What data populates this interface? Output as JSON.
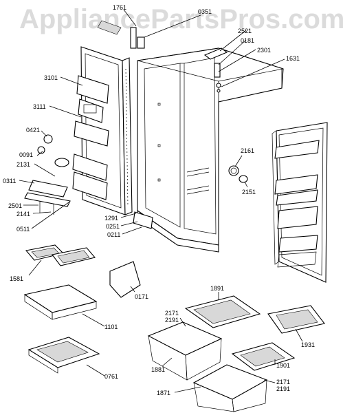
{
  "watermark": "AppliancePartsPros.com",
  "labels": [
    "1761",
    "0351",
    "2521",
    "0181",
    "2301",
    "1631",
    "3101",
    "3111",
    "0421",
    "0091",
    "2131",
    "0311",
    "2501",
    "2141",
    "0511",
    "1291",
    "0251",
    "0211",
    "2161",
    "2151",
    "1581",
    "0171",
    "1891",
    "2171",
    "2191",
    "1101",
    "1931",
    "1881",
    "1901",
    "0761",
    "1871",
    "2171",
    "2191"
  ]
}
